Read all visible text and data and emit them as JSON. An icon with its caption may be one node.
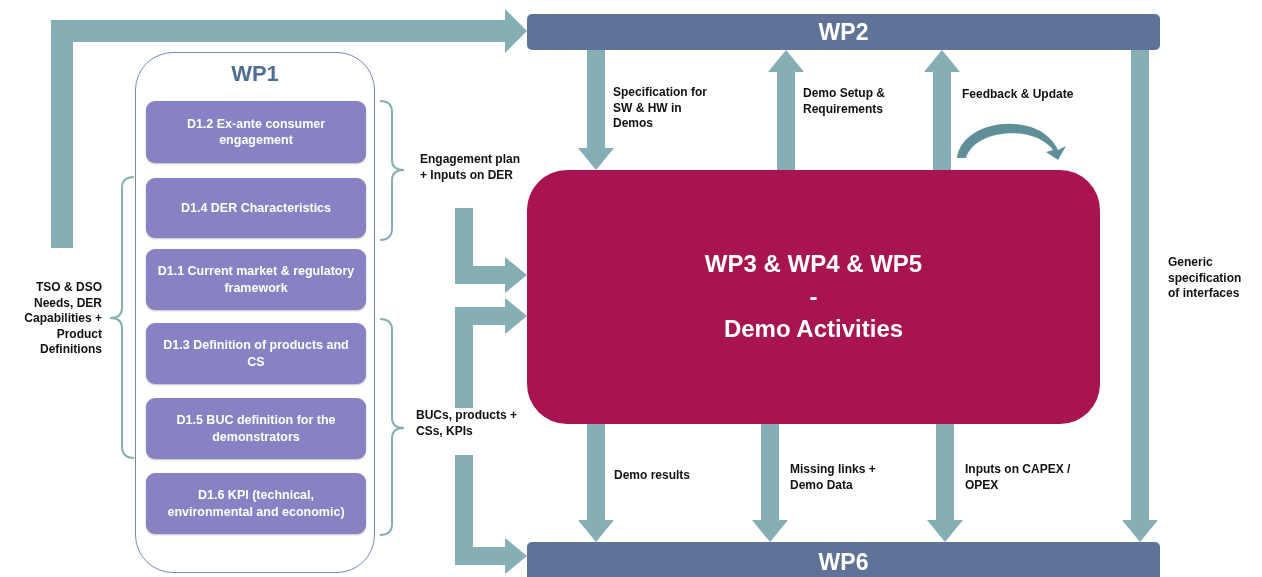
{
  "diagram": {
    "nodes": [
      {
        "text": [
          "WP2"
        ]
      },
      {
        "text": [
          "WP1"
        ]
      },
      {
        "text": [
          "D1.2 Ex-ante consumer engagement"
        ],
        "in": 1
      },
      {
        "text": [
          "D1.4 DER Characteristics"
        ],
        "in": 1
      },
      {
        "text": [
          "D1.1 Current market & regulatory framework"
        ],
        "in": 1
      },
      {
        "text": [
          "D1.3 Definition of products and CS"
        ],
        "in": 1
      },
      {
        "text": [
          "D1.5 BUC definition for the demonstrators"
        ],
        "in": 1
      },
      {
        "text": [
          "D1.6 KPI (technical, environmental and economic)"
        ],
        "in": 1
      },
      {
        "text": [
          "WP3 & WP4 & WP5",
          "-",
          "Demo Activities"
        ]
      },
      {
        "text": [
          "WP6"
        ]
      }
    ],
    "edges": [
      {
        "from": null,
        "to": 0,
        "arrow": "to"
      },
      {
        "from": null,
        "to": 8,
        "arrow": "to",
        "label": "Engagement plan + Inputs on DER"
      },
      {
        "from": null,
        "to": 8,
        "arrow": "to",
        "label": "BUCs, products + CSs, KPIs"
      },
      {
        "from": null,
        "to": 9,
        "arrow": "to"
      },
      {
        "from": 0,
        "to": 8,
        "arrow": "to",
        "label": "Specification for SW & HW in Demos"
      },
      {
        "from": 8,
        "to": 0,
        "arrow": "to",
        "label": "Demo Setup & Requirements"
      },
      {
        "from": 8,
        "to": 0,
        "arrow": "to",
        "label": "Feedback & Update"
      },
      {
        "from": 0,
        "to": 9,
        "arrow": "to",
        "label": "Generic specification of interfaces"
      },
      {
        "from": 8,
        "to": 9,
        "arrow": "to",
        "label": "Demo results"
      },
      {
        "from": 8,
        "to": 9,
        "arrow": "to",
        "label": "Missing links + Demo Data"
      },
      {
        "from": 8,
        "to": 9,
        "arrow": "to",
        "label": "Inputs on CAPEX / OPEX"
      }
    ],
    "labels": [
      "TSO & DSO Needs, DER Capabilities + Product Definitions"
    ]
  }
}
